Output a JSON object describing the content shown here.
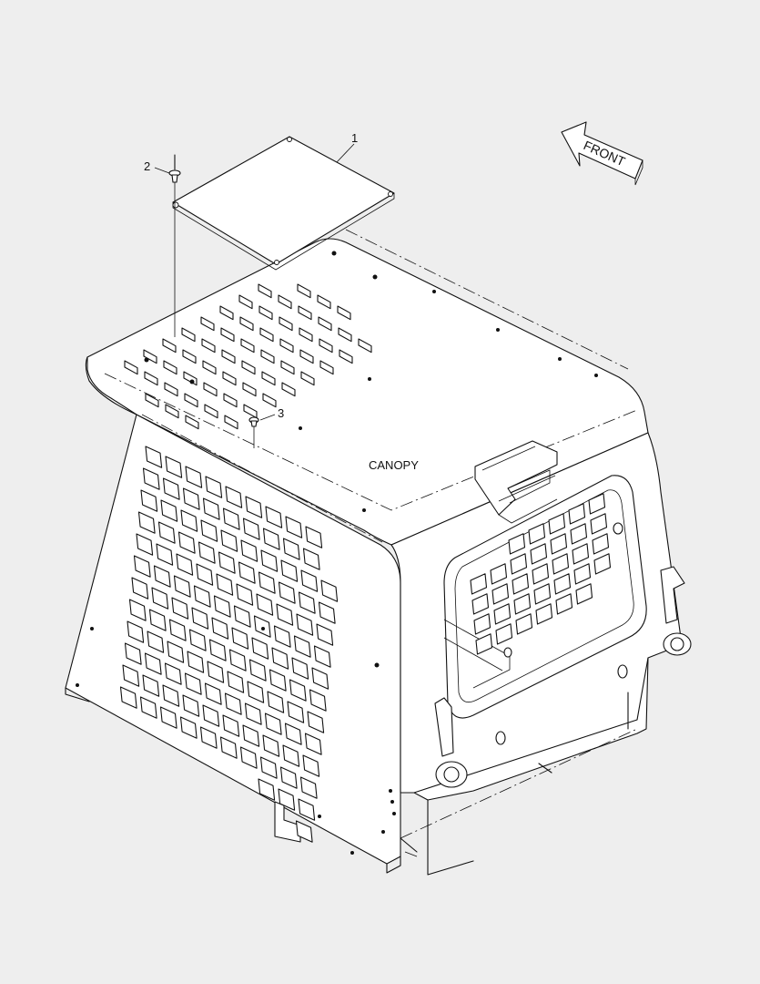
{
  "callouts": [
    {
      "id": "1",
      "text": "1"
    },
    {
      "id": "2",
      "text": "2"
    },
    {
      "id": "3",
      "text": "3"
    }
  ],
  "labels": {
    "canopy": "CANOPY",
    "front": "FRONT"
  },
  "colors": {
    "background": "#eeeeee",
    "line": "#111111",
    "panel": "#ffffff"
  }
}
